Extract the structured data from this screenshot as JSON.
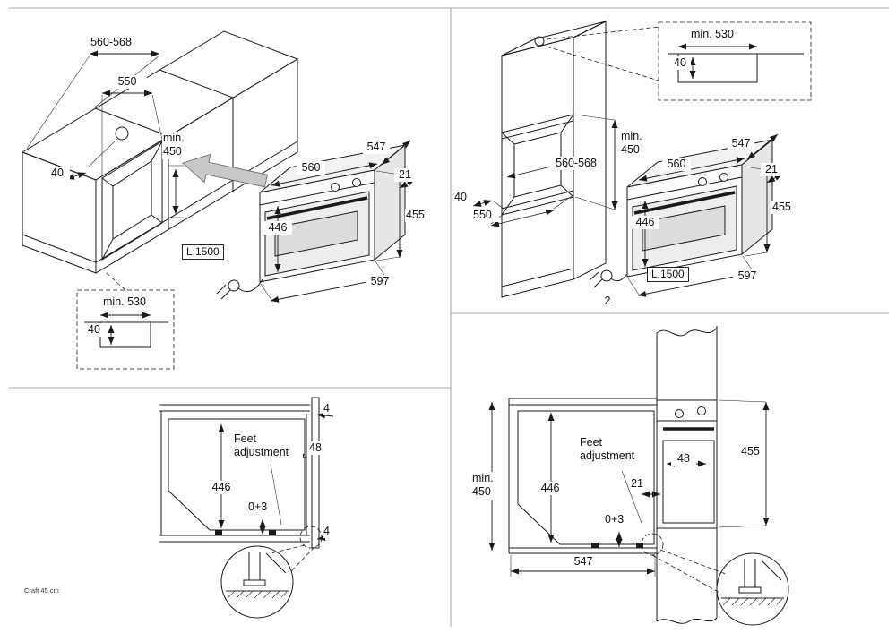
{
  "colors": {
    "line": "#1a1a1a",
    "body_fill": "#b3b3b3",
    "block_arrow_fill": "#c8c8c8",
    "glass_fill": "#dcdcdc"
  },
  "footer": {
    "model_label": "Craft 45 cm"
  },
  "base_cabinet_view": {
    "niche_width_outer": "560-568",
    "niche_width_inner": "550",
    "niche_min_height": "min.\n450",
    "hole_offset": "40",
    "oven": {
      "depth": "547",
      "door_proud": "21",
      "body_width": "560",
      "body_height": "446",
      "total_height": "455",
      "total_width": "597",
      "cable_length": "L:1500"
    },
    "vent_detail": {
      "min_width": "min. 530",
      "depth": "40"
    }
  },
  "tall_cabinet_view": {
    "figure_number": "2",
    "niche_width_outer": "560-568",
    "niche_width_inner": "550",
    "niche_min_height": "min.\n450",
    "hole_offset": "40",
    "oven": {
      "depth": "547",
      "door_proud": "21",
      "body_width": "560",
      "body_height": "446",
      "total_height": "455",
      "total_width": "597",
      "cable_length": "L:1500"
    },
    "vent_detail": {
      "min_width": "min. 530",
      "depth": "40"
    }
  },
  "base_section_view": {
    "top_gap": "4",
    "feet_adjustment": "Feet\nadjustment",
    "feet_height": "48",
    "body_height": "446",
    "level_range": "0+3",
    "bottom_gap": "4"
  },
  "tall_section_view": {
    "niche_min_height": "min.\n450",
    "body_height": "446",
    "feet_adjustment": "Feet\nadjustment",
    "feet_height": "48",
    "door_proud": "21",
    "total_height": "455",
    "level_range": "0+3",
    "body_depth": "547"
  }
}
